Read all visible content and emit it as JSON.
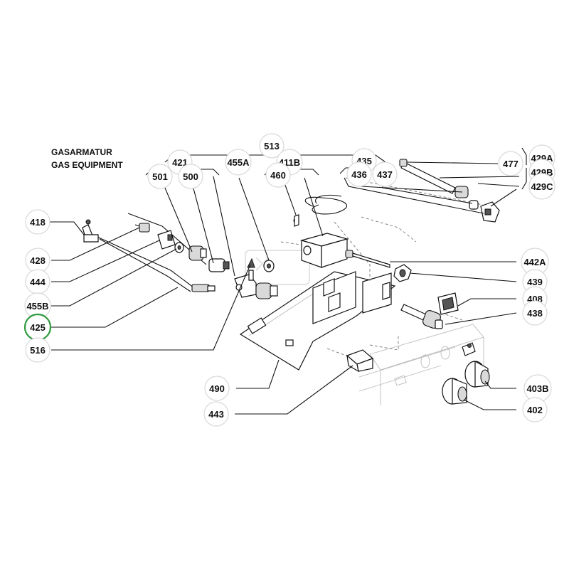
{
  "diagram": {
    "title_de": "GASARMATUR",
    "title_en": "GAS EQUIPMENT",
    "highlight_color": "#2e9a3c",
    "labels": {
      "p513": "513",
      "p421": "421",
      "p455A": "455A",
      "p411B": "411B",
      "p435": "435",
      "p477": "477",
      "p429A": "429A",
      "p429B": "429B",
      "p429C": "429C",
      "p501": "501",
      "p500": "500",
      "p460": "460",
      "p436": "436",
      "p437": "437",
      "p418": "418",
      "p428": "428",
      "p444": "444",
      "p455B": "455B",
      "p425": "425",
      "p516": "516",
      "p442A": "442A",
      "p439": "439",
      "p408": "408",
      "p438": "438",
      "p490": "490",
      "p443": "443",
      "p403B": "403B",
      "p402": "402"
    }
  }
}
